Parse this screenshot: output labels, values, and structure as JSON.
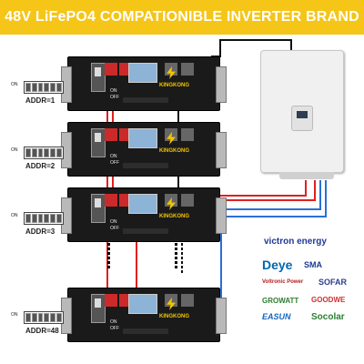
{
  "banner": {
    "title": "48V LiFePO4 COMPATIONIBLE INVERTER BRAND"
  },
  "module": {
    "brand": "KINGKONG",
    "on": "ON",
    "off": "OFF"
  },
  "dip": {
    "on_label": "ON"
  },
  "addresses": [
    "ADDR=1",
    "ADDR=2",
    "ADDR=3",
    "ADDR=48"
  ],
  "brands": {
    "victron": "victron energy",
    "deye": "Deye",
    "sma": "SMA",
    "voltronic": "Voltronic Power",
    "sofar": "SOFAR",
    "growatt": "GROWATT",
    "goodwe": "GOODWE",
    "easun": "EASUN",
    "socolar": "Socolar"
  },
  "colors": {
    "banner": "#f5c518",
    "positive": "#e02020",
    "negative": "#2a6fdb",
    "comm": "#111111"
  }
}
